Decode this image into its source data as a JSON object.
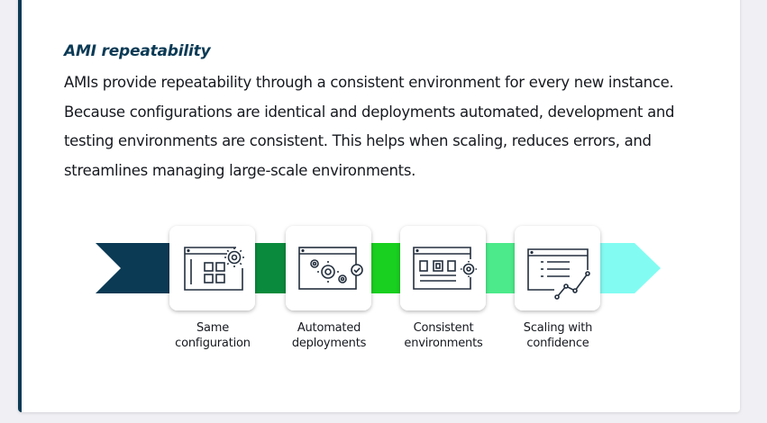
{
  "section": {
    "title": "AMI repeatability",
    "body": "AMIs provide repeatability through a consistent environment for every new instance. Because configurations are identical and deployments automated, development and testing environments are consistent. This helps when scaling, reduces errors, and streamlines managing large-scale environments."
  },
  "diagram": {
    "steps": [
      {
        "line1": "Same",
        "line2": "configuration",
        "icon": "window-gear-grid-icon"
      },
      {
        "line1": "Automated",
        "line2": "deployments",
        "icon": "window-gears-check-icon"
      },
      {
        "line1": "Consistent",
        "line2": "environments",
        "icon": "window-servers-gear-icon"
      },
      {
        "line1": "Scaling with",
        "line2": "confidence",
        "icon": "window-list-chart-icon"
      }
    ],
    "arrow_colors": [
      "#0b3a55",
      "#0a8a3c",
      "#19cf1f",
      "#4cea8a",
      "#82fcf2"
    ]
  }
}
